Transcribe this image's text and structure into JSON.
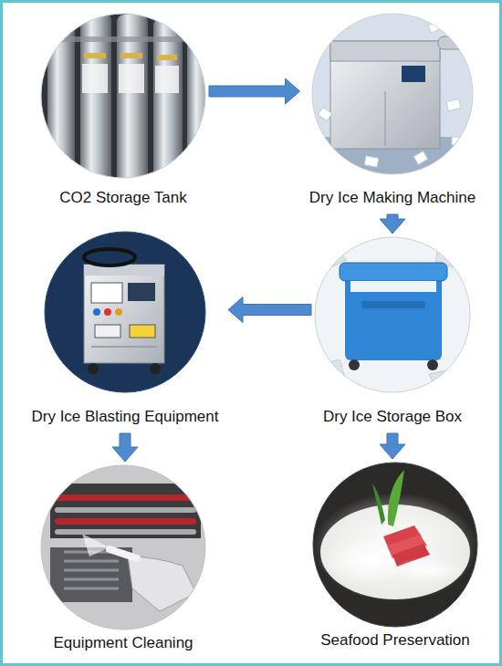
{
  "diagram": {
    "nodes": [
      {
        "text": [
          "CO2 Storage Tank"
        ]
      },
      {
        "text": [
          "Dry Ice Making Machine"
        ]
      },
      {
        "text": [
          "Dry Ice Storage Box"
        ]
      },
      {
        "text": [
          "Dry Ice Blasting Equipment"
        ]
      },
      {
        "text": [
          "Equipment Cleaning"
        ]
      },
      {
        "text": [
          "Seafood Preservation"
        ]
      }
    ],
    "edges": [
      {
        "from": 0,
        "to": 1,
        "arrow": "to"
      },
      {
        "from": 1,
        "to": 2,
        "arrow": "to"
      },
      {
        "from": 2,
        "to": 3,
        "arrow": "to"
      },
      {
        "from": 3,
        "to": 4,
        "arrow": "to"
      },
      {
        "from": 2,
        "to": 5,
        "arrow": "to"
      }
    ]
  }
}
